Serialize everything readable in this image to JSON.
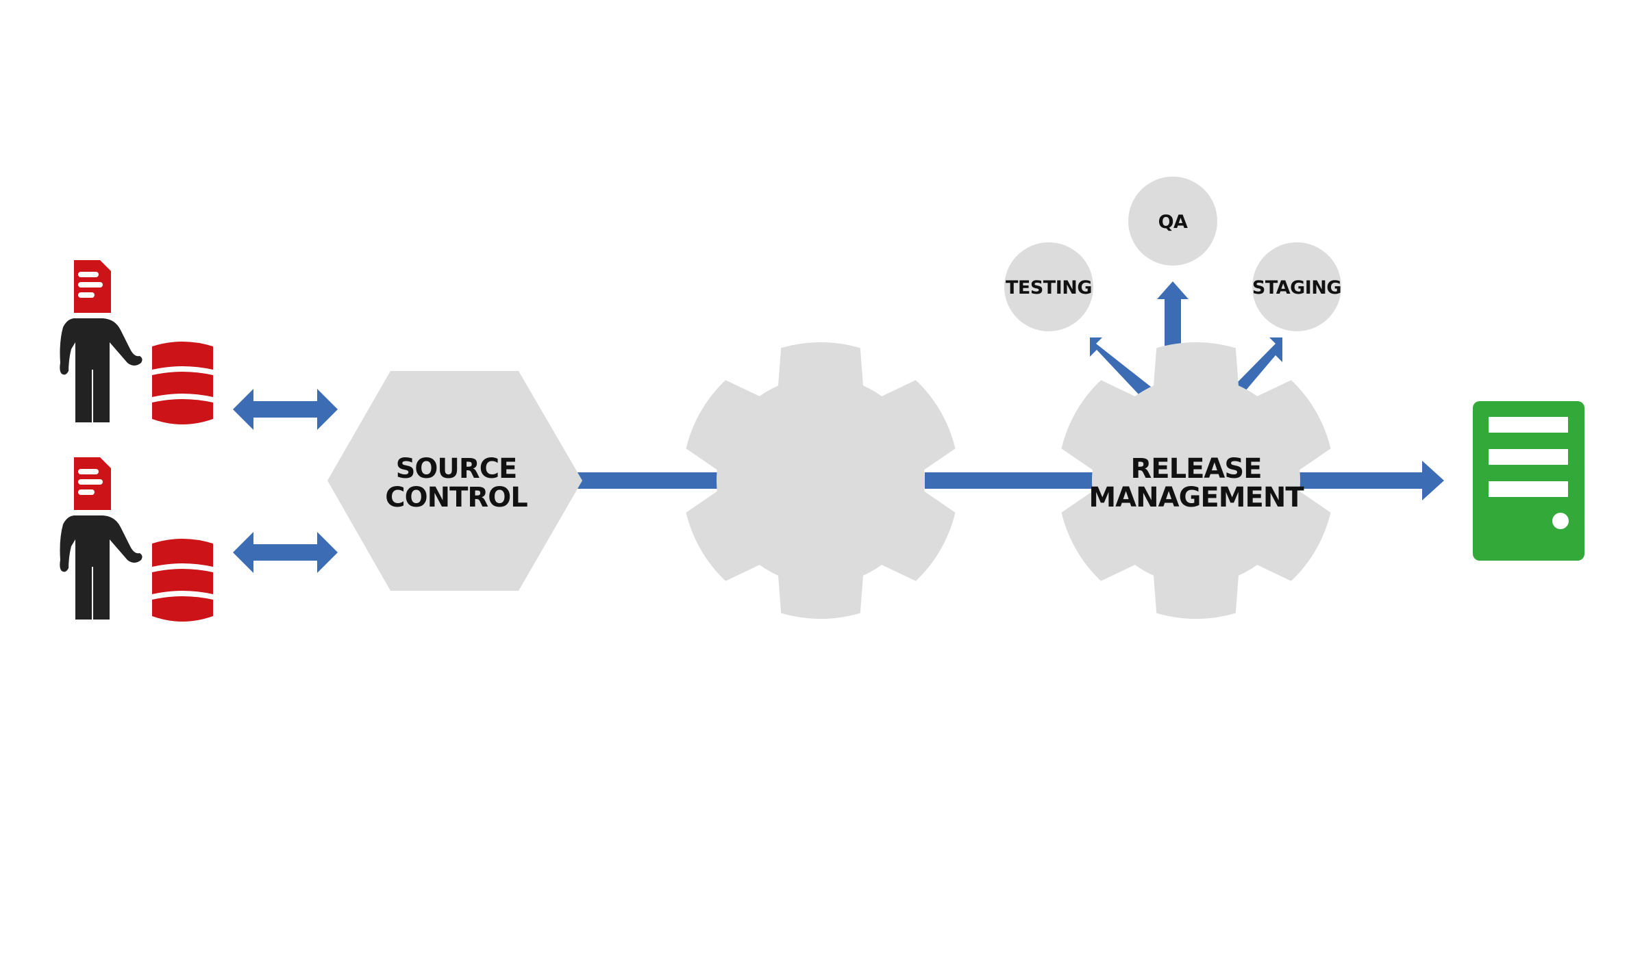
{
  "diagram": {
    "title": "",
    "colors": {
      "shape_fill": "#dcdcdc",
      "arrow": "#3c6db4",
      "developer_accent": "#cc1418",
      "developer_body": "#222222",
      "server": "#33a93a",
      "text": "#111111"
    },
    "developers": [
      {
        "name": "developer-1",
        "icons": [
          "document-icon",
          "person-icon",
          "database-icon"
        ]
      },
      {
        "name": "developer-2",
        "icons": [
          "document-icon",
          "person-icon",
          "database-icon"
        ]
      }
    ],
    "nodes": {
      "source_control": {
        "line1": "SOURCE",
        "line2": "CONTROL",
        "shape": "hexagon"
      },
      "build_gear": {
        "label": "",
        "shape": "gear"
      },
      "release_management": {
        "line1": "RELEASE",
        "line2": "MANAGEMENT",
        "shape": "gear"
      },
      "environments": [
        {
          "label": "TESTING"
        },
        {
          "label": "QA"
        },
        {
          "label": "STAGING"
        }
      ],
      "server": {
        "label": "",
        "icon": "server-icon"
      }
    },
    "edges": [
      {
        "from": "developer-1",
        "to": "source_control",
        "type": "bidirectional"
      },
      {
        "from": "developer-2",
        "to": "source_control",
        "type": "bidirectional"
      },
      {
        "from": "source_control",
        "to": "build_gear",
        "type": "line"
      },
      {
        "from": "build_gear",
        "to": "release_management",
        "type": "line"
      },
      {
        "from": "release_management",
        "to": "TESTING",
        "type": "arrow"
      },
      {
        "from": "release_management",
        "to": "QA",
        "type": "arrow"
      },
      {
        "from": "release_management",
        "to": "STAGING",
        "type": "arrow"
      },
      {
        "from": "release_management",
        "to": "server",
        "type": "arrow"
      }
    ]
  }
}
